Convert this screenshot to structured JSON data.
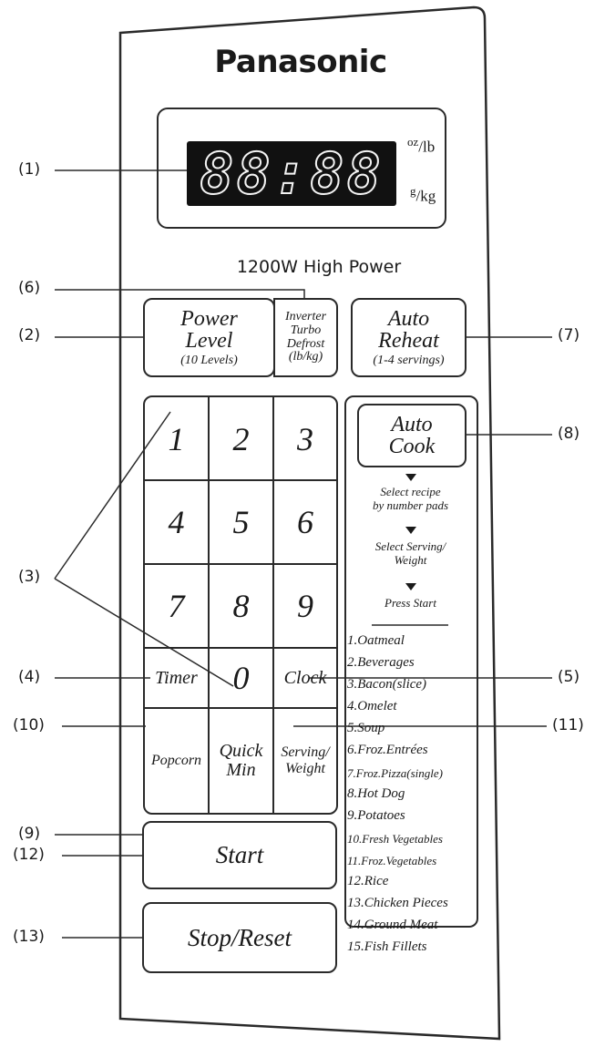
{
  "brand": "Panasonic",
  "display": {
    "digits": "88:88",
    "units_top_num": "oz",
    "units_top_den": "lb",
    "units_bottom_num": "g",
    "units_bottom_den": "kg"
  },
  "power_label": "1200W High Power",
  "buttons": {
    "power_level": {
      "line1": "Power",
      "line2": "Level",
      "line3": "(10 Levels)"
    },
    "inverter": {
      "line1": "Inverter",
      "line2": "Turbo",
      "line3": "Defrost",
      "line4": "(lb/kg)"
    },
    "auto_reheat": {
      "line1": "Auto",
      "line2": "Reheat",
      "line3": "(1-4 servings)"
    },
    "auto_cook": {
      "line1": "Auto",
      "line2": "Cook"
    },
    "start": "Start",
    "stop_reset": "Stop/Reset"
  },
  "keypad": {
    "k1": "1",
    "k2": "2",
    "k3": "3",
    "k4": "4",
    "k5": "5",
    "k6": "6",
    "k7": "7",
    "k8": "8",
    "k9": "9",
    "timer": "Timer",
    "k0": "0",
    "clock": "Clock",
    "popcorn": "Popcorn",
    "quick_min_1": "Quick",
    "quick_min_2": "Min",
    "serving_1": "Serving/",
    "serving_2": "Weight"
  },
  "instructions": {
    "step1_a": "Select recipe",
    "step1_b": "by number pads",
    "step2_a": "Select Serving/",
    "step2_b": "Weight",
    "step3": "Press Start"
  },
  "recipes": [
    "1.Oatmeal",
    "2.Beverages",
    "3.Bacon(slice)",
    "4.Omelet",
    "5.Soup",
    "6.Froz.Entrées",
    "7.Froz.Pizza(single)",
    "8.Hot Dog",
    "9.Potatoes",
    "10.Fresh Vegetables",
    "11.Froz.Vegetables",
    "12.Rice",
    "13.Chicken Pieces",
    "14.Ground Meat",
    "15.Fish Fillets"
  ],
  "callouts": {
    "c1": "(1)",
    "c2": "(2)",
    "c3": "(3)",
    "c4": "(4)",
    "c5": "(5)",
    "c6": "(6)",
    "c7": "(7)",
    "c8": "(8)",
    "c9": "(9)",
    "c10": "(10)",
    "c11": "(11)",
    "c12": "(12)",
    "c13": "(13)"
  }
}
